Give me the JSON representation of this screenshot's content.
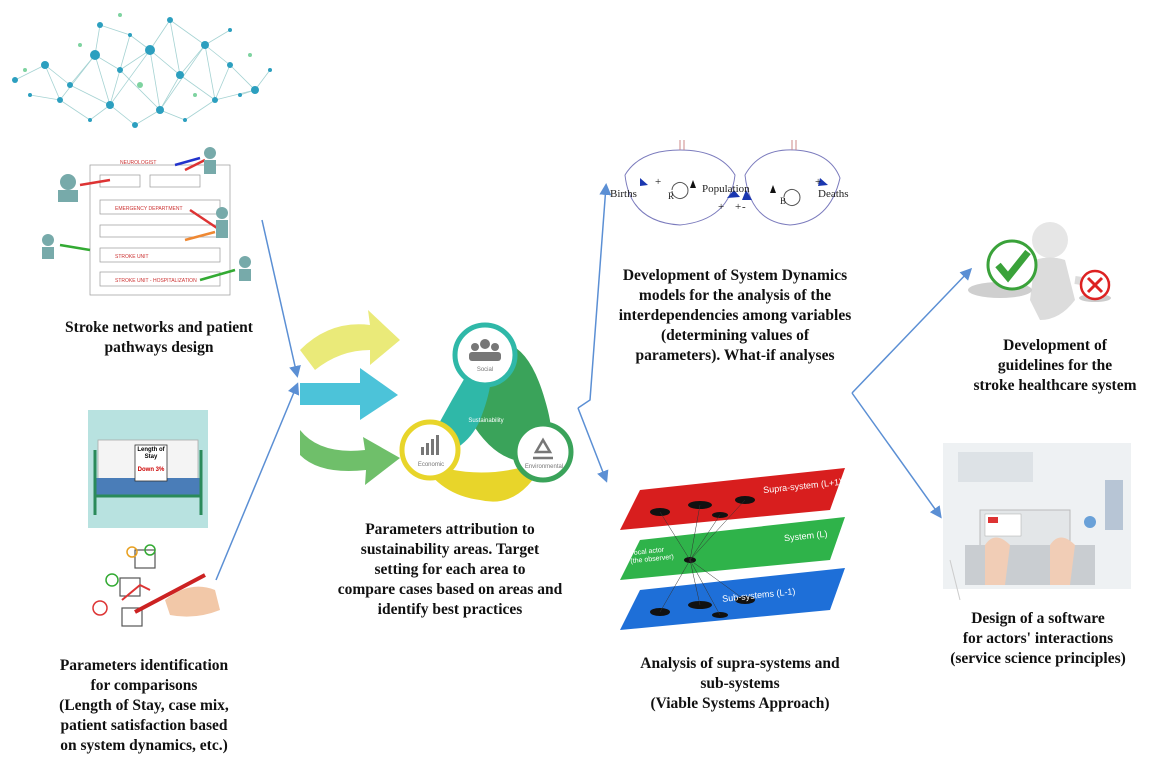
{
  "captions": {
    "stroke_networks": [
      "Stroke networks and patient",
      "pathways design"
    ],
    "parameters_identification": [
      "Parameters identification",
      "for comparisons",
      "(Length of Stay, case mix,",
      "patient satisfaction based",
      "on system dynamics, etc.)"
    ],
    "parameters_attribution": [
      "Parameters attribution to",
      "sustainability areas. Target",
      "setting for each area to",
      "compare cases based on areas and",
      "identify best practices"
    ],
    "system_dynamics": [
      "Development of System Dynamics",
      "models for the analysis of the",
      "interdependencies among variables",
      "(determining values of",
      "parameters). What-if analyses"
    ],
    "viable_systems": [
      "Analysis of supra-systems and",
      "sub-systems",
      "(Viable Systems Approach)"
    ],
    "guidelines": [
      "Development of",
      "guidelines for the",
      "stroke healthcare system"
    ],
    "software": [
      "Design of a software",
      "for actors' interactions",
      "(service science principles)"
    ]
  },
  "sustainability": {
    "social": "Social",
    "economic": "Economic",
    "environmental": "Environmental",
    "center": "Sustainability"
  },
  "sd_model": {
    "births": "Births",
    "population": "Population",
    "deaths": "Deaths",
    "loop_r": "R",
    "loop_b": "B"
  },
  "vsa": {
    "supra": "Supra-system (L+1)",
    "system": "System (L)",
    "sub": "Sub-systems (L-1)",
    "focal": [
      "Focal actor",
      "(the observer)"
    ]
  },
  "bed_sign": {
    "title": [
      "Length of",
      "Stay"
    ],
    "sub": "Down 3%"
  },
  "colors": {
    "connector": "#5b8fd4",
    "arrow_yellow": "#e8e86a",
    "arrow_cyan": "#4cc3d9",
    "arrow_green": "#6fbf6a",
    "teal": "#2fb8a8",
    "green": "#3aa35a",
    "yellow": "#e8d52a",
    "layer_red": "#d81e1e",
    "layer_green": "#2fb34a",
    "layer_blue": "#1e6fd8"
  }
}
